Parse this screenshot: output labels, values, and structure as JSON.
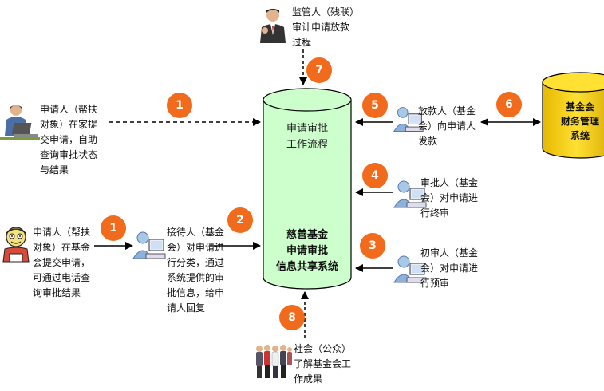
{
  "center": {
    "line1": "申请审批",
    "line2": "工作流程",
    "line3": "慈善基金",
    "line4": "申请审批",
    "line5": "信息共享系统"
  },
  "finance": {
    "line1": "基金会",
    "line2": "财务管理",
    "line3": "系统"
  },
  "badges": [
    "1",
    "1",
    "2",
    "3",
    "4",
    "5",
    "6",
    "7",
    "8"
  ],
  "labels": {
    "applicant_home": [
      "申请人（帮扶",
      "对象）在家提",
      "交申请，自助",
      "查询审批状态",
      "与结果"
    ],
    "applicant_onsite": [
      "申请人（帮扶",
      "对象）在基金",
      "会提交申请，",
      "可通过电话查",
      "询审批结果"
    ],
    "receptionist": [
      "接待人（基金",
      "会）对申请进",
      "行分类，通过",
      "系统提供的审",
      "批信息，给申",
      "请人回复"
    ],
    "supervisor": [
      "监管人（残联）",
      "审计申请放款",
      "过程"
    ],
    "disburser": [
      "放款人（基金",
      "会）向申请人",
      "发款"
    ],
    "approver": [
      "审批人（基金",
      "会）对申请进",
      "行终审"
    ],
    "first_reviewer": [
      "初审人（基金",
      "会）对申请进",
      "行预审"
    ],
    "public": [
      "社会（公众）",
      "了解基金会工",
      "作成果"
    ]
  },
  "colors": {
    "center_fill": "#ccffcc",
    "finance_fill": "#ffd700",
    "badge_fill": "#f26a1b"
  }
}
